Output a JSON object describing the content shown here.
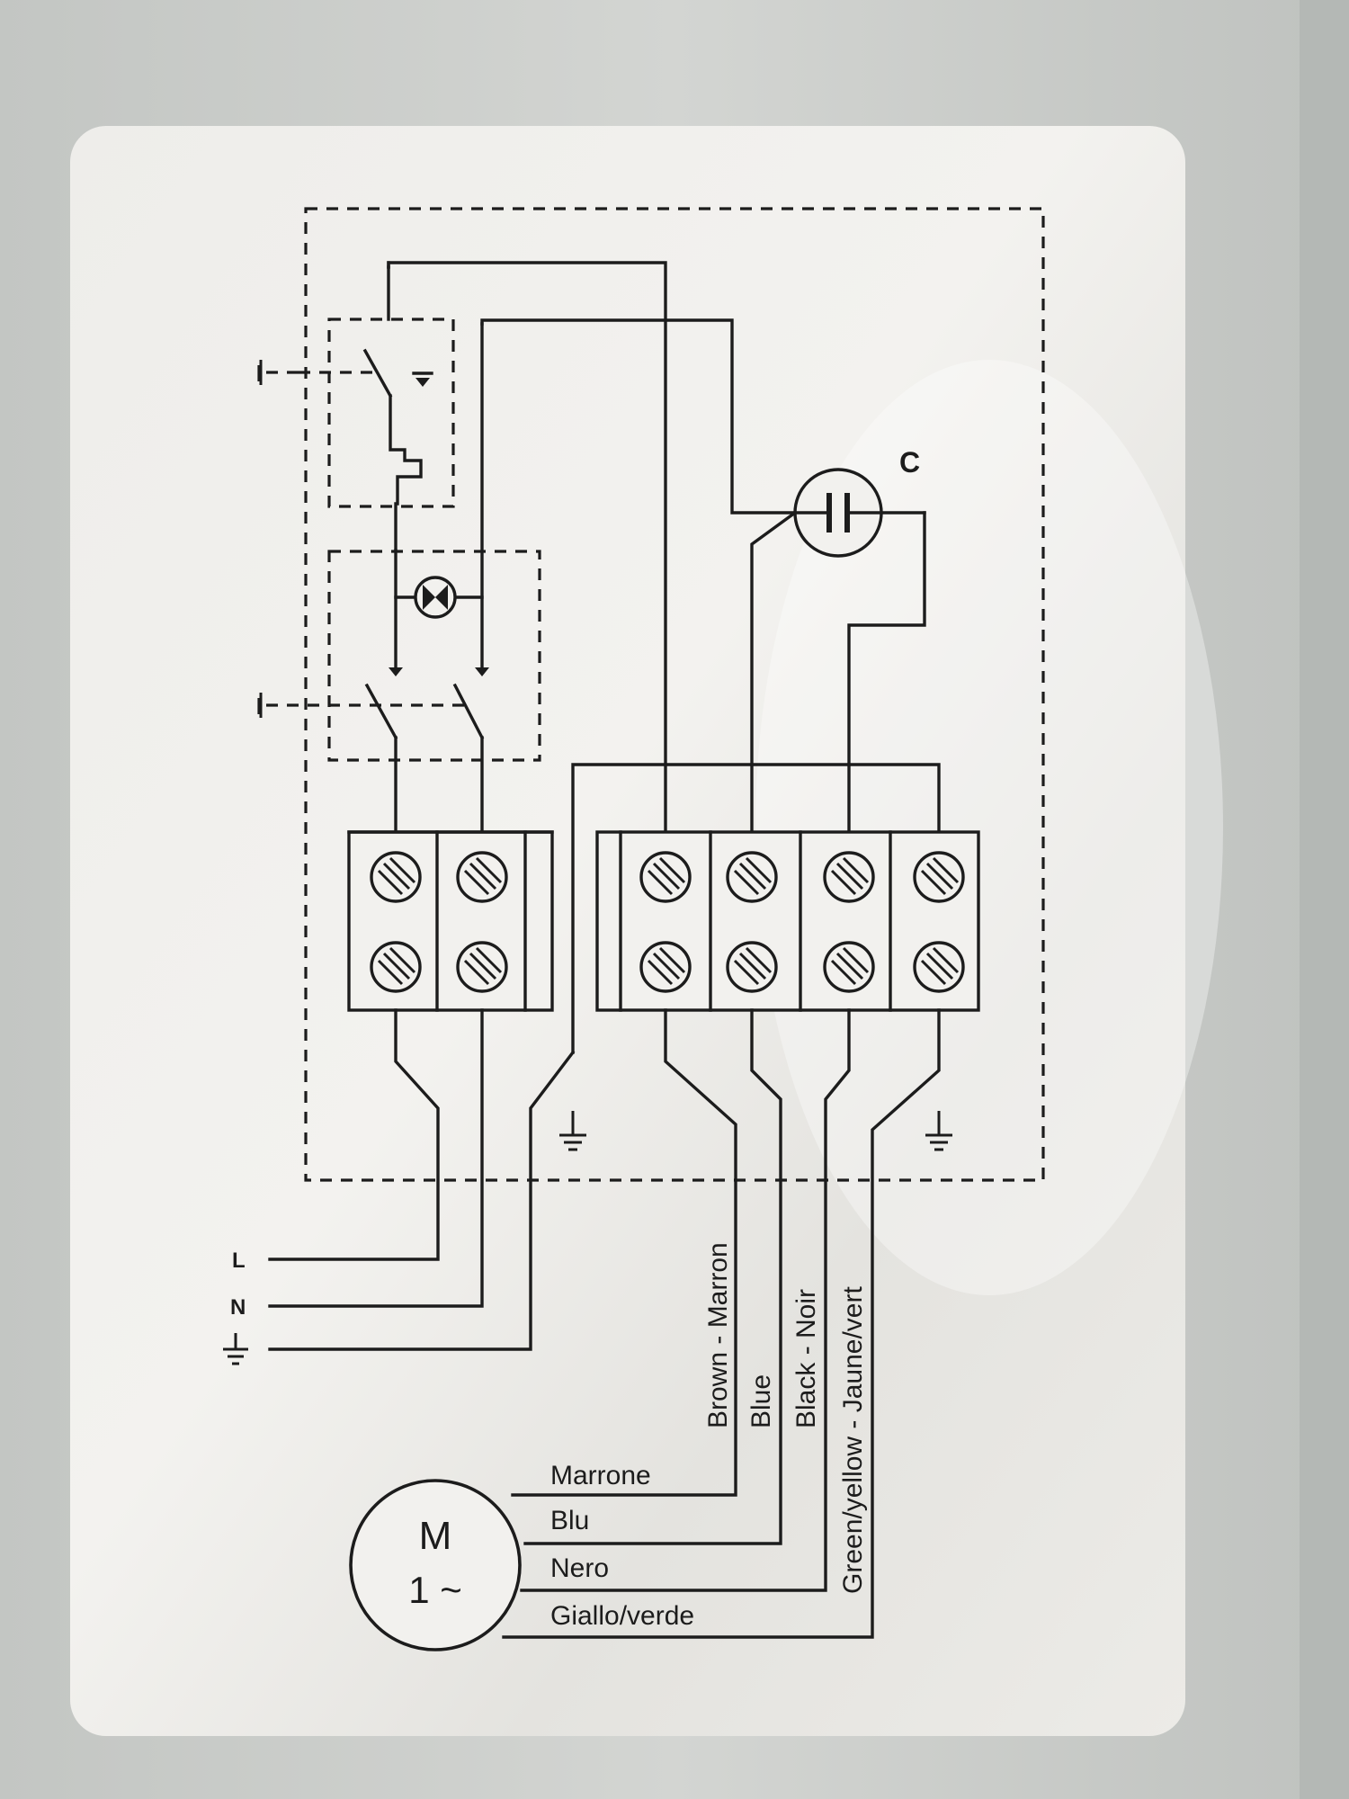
{
  "supply": {
    "line_label": "L",
    "neutral_label": "N",
    "earth_symbol": "protective-earth-symbol"
  },
  "capacitor": {
    "label": "C"
  },
  "motor": {
    "symbol_top": "M",
    "symbol_bottom": "1 ~",
    "wires_it": [
      "Marrone",
      "Blu",
      "Nero",
      "Giallo/verde"
    ],
    "wires_en_fr": [
      "Brown - Marron",
      "Blue",
      "Black - Noir",
      "Green/yellow - Jaune/vert"
    ]
  },
  "switch_marker": "I",
  "colors": {
    "ink": "#1c1c1c",
    "label_bg": "#efeeea",
    "housing": "#c9ccc9"
  }
}
